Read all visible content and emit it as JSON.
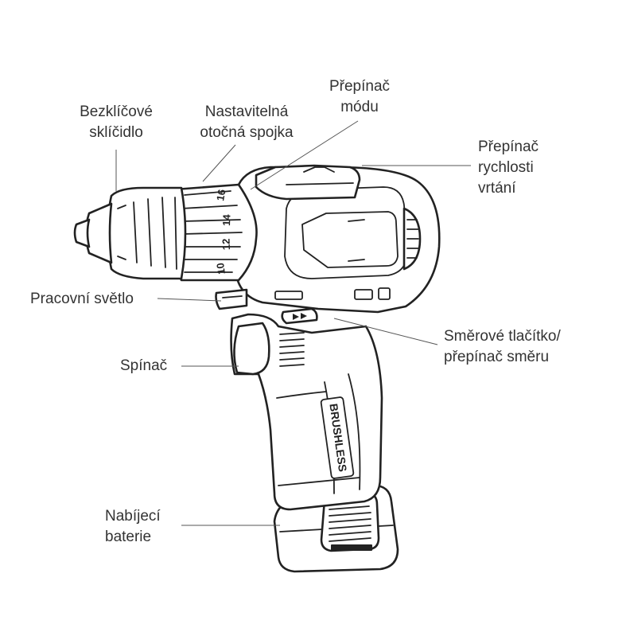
{
  "labels": {
    "chuck": [
      "Bezklíčové",
      "sklíčidlo"
    ],
    "clutch": [
      "Nastavitelná",
      "otočná spojka"
    ],
    "mode": [
      "Přepínač",
      "módu"
    ],
    "speed": [
      "Přepínač",
      "rychlosti",
      "vrtání"
    ],
    "light": [
      "Pracovní světlo"
    ],
    "direction": [
      "Směrové tlačítko/",
      "přepínač směru"
    ],
    "trigger": [
      "Spínač"
    ],
    "battery": [
      "Nabíjecí",
      "baterie"
    ]
  },
  "printed": {
    "clutch_numbers": [
      "16",
      "14",
      "12",
      "10"
    ],
    "handle_text": "BRUSHLESS"
  },
  "colors": {
    "line": "#222222",
    "label": "#333333",
    "leader": "#555555",
    "background": "#ffffff"
  }
}
